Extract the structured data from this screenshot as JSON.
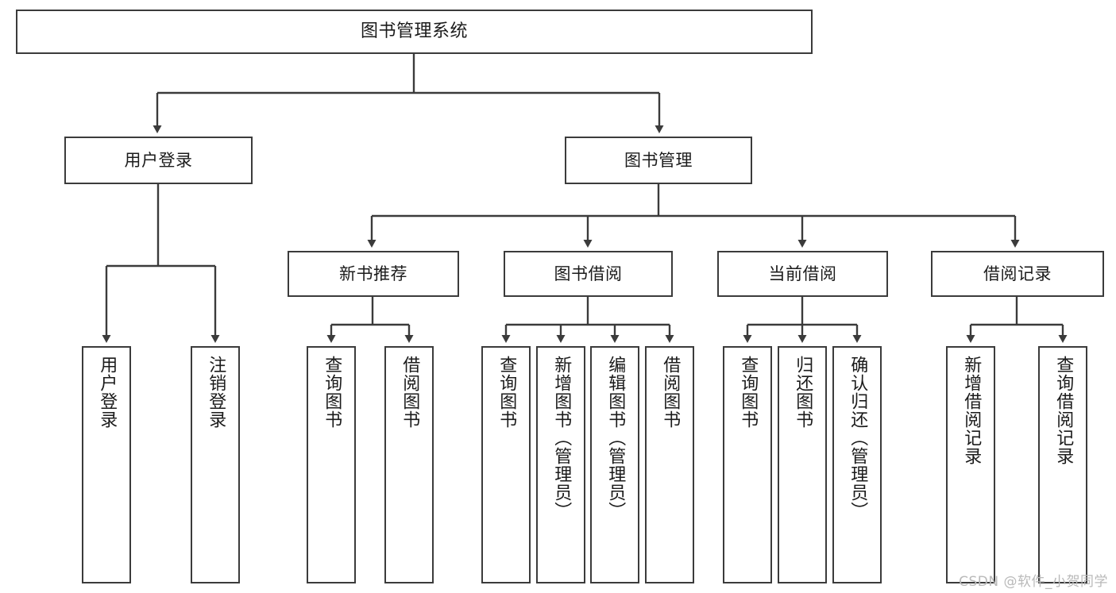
{
  "diagram": {
    "title": "图书管理系统",
    "type": "tree-hierarchy",
    "stroke_color": "#3b3b3b",
    "background_color": "#ffffff",
    "text_color": "#1b1b1b"
  },
  "root": {
    "label": "图书管理系统"
  },
  "level2": [
    {
      "label": "用户登录"
    },
    {
      "label": "图书管理"
    }
  ],
  "level3": [
    {
      "label": "新书推荐"
    },
    {
      "label": "图书借阅"
    },
    {
      "label": "当前借阅"
    },
    {
      "label": "借阅记录"
    }
  ],
  "leaves": {
    "user_login": [
      {
        "label": "用户登录"
      },
      {
        "label": "注销登录"
      }
    ],
    "new_book_recommend": [
      {
        "label": "查询图书"
      },
      {
        "label": "借阅图书"
      }
    ],
    "book_borrow": [
      {
        "label": "查询图书"
      },
      {
        "label": "新增图书（管理员）"
      },
      {
        "label": "编辑图书（管理员）"
      },
      {
        "label": "借阅图书"
      }
    ],
    "current_borrow": [
      {
        "label": "查询图书"
      },
      {
        "label": "归还图书"
      },
      {
        "label": "确认归还（管理员）"
      }
    ],
    "borrow_record": [
      {
        "label": "新增借阅记录"
      },
      {
        "label": "查询借阅记录"
      }
    ]
  },
  "watermark": {
    "text": "CSDN @软件_小贺同学"
  }
}
